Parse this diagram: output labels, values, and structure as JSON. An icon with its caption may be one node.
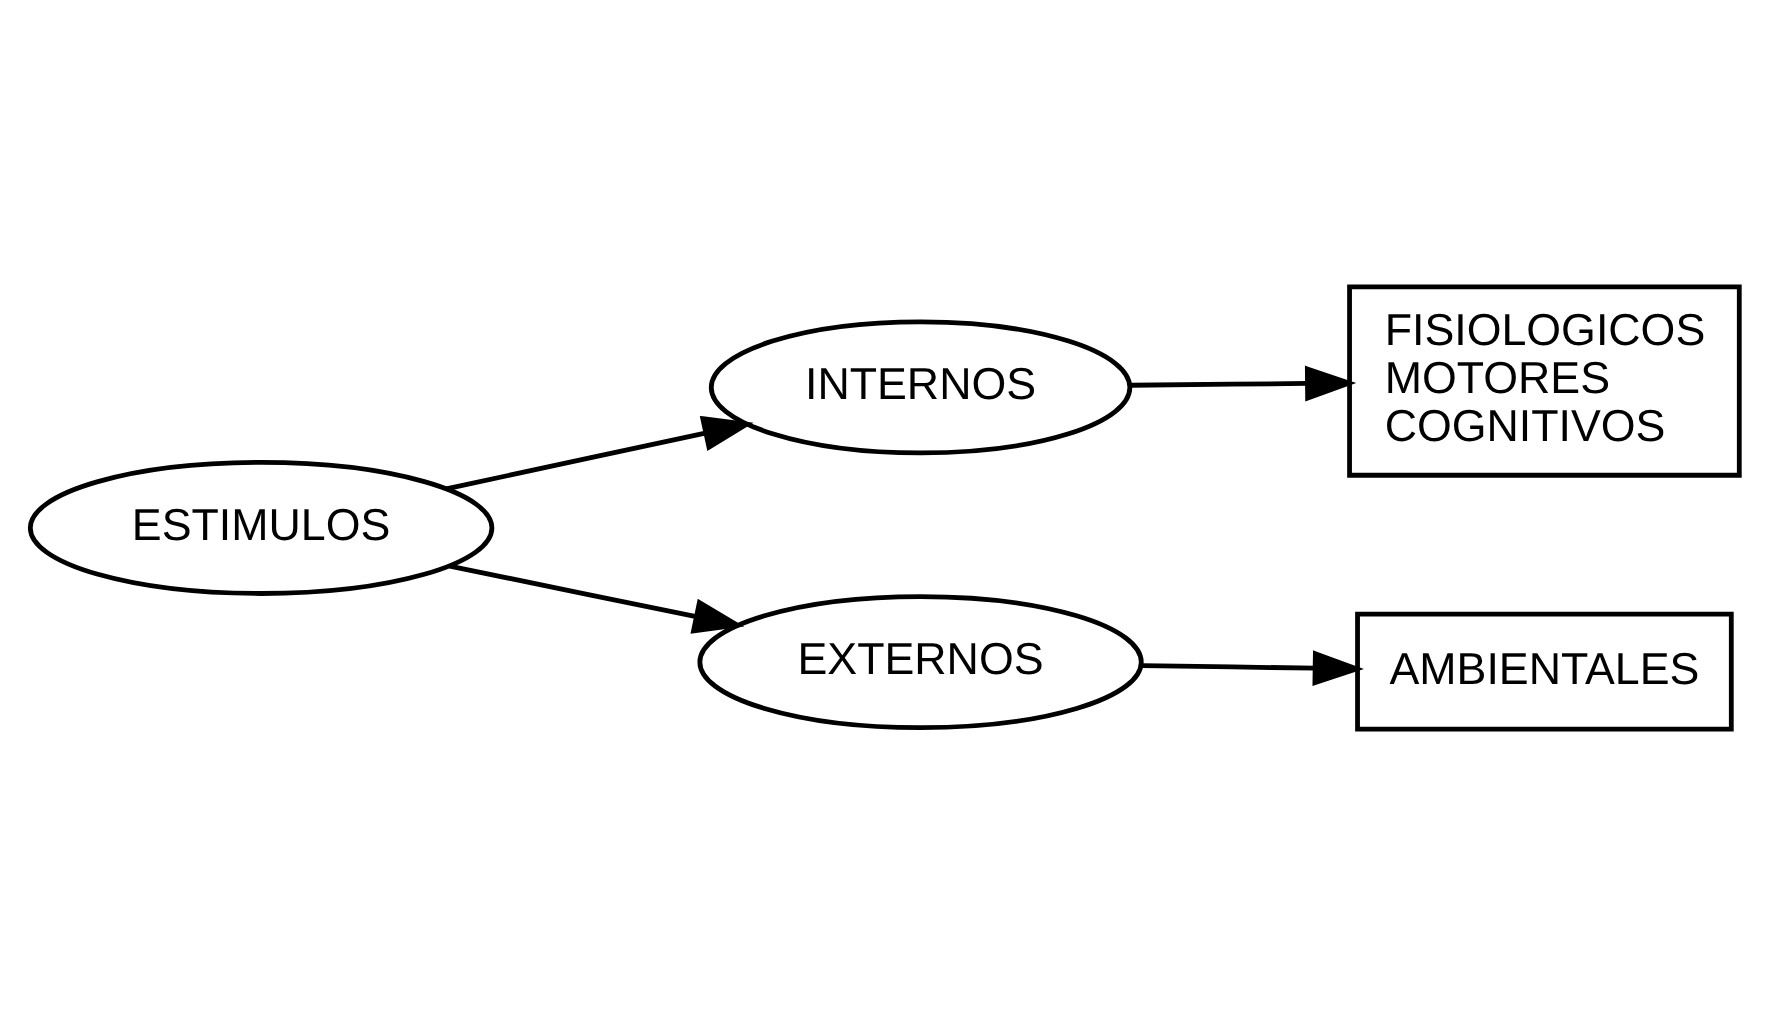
{
  "diagram": {
    "nodes": [
      {
        "text": [
          "ESTIMULOS"
        ]
      },
      {
        "text": [
          "INTERNOS"
        ]
      },
      {
        "text": [
          "EXTERNOS"
        ]
      },
      {
        "text": [
          "FISIOLOGICOS",
          "MOTORES",
          "COGNITIVOS"
        ]
      },
      {
        "text": [
          "AMBIENTALES"
        ]
      }
    ],
    "edges": [
      {
        "from": 0,
        "to": 1,
        "arrow": "to"
      },
      {
        "from": 0,
        "to": 2,
        "arrow": "to"
      },
      {
        "from": 1,
        "to": 3,
        "arrow": "to"
      },
      {
        "from": 2,
        "to": 4,
        "arrow": "to"
      }
    ]
  }
}
